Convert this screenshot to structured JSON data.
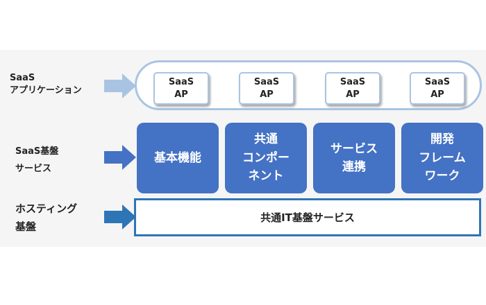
{
  "colors": {
    "arrow_light": "#a9c4e3",
    "arrow_mid": "#4472c4",
    "arrow_dark": "#2e75b6",
    "block_fill": "#4472c4",
    "ap_border": "#a9c4e3",
    "hosting_border": "#2e75b6"
  },
  "rows": {
    "saas_app": {
      "label_line1": "SaaS",
      "label_line2": "アプリケーション",
      "arrow_icon": "arrow-right-icon",
      "ap_boxes": [
        {
          "line1": "SaaS",
          "line2": "AP"
        },
        {
          "line1": "SaaS",
          "line2": "AP"
        },
        {
          "line1": "SaaS",
          "line2": "AP"
        },
        {
          "line1": "SaaS",
          "line2": "AP"
        }
      ]
    },
    "saas_platform": {
      "label_line1": "SaaS基盤",
      "label_line2": "サービス",
      "arrow_icon": "arrow-right-icon",
      "blocks": [
        {
          "line1": "基本機能"
        },
        {
          "line1": "共通",
          "line2": "コンポー",
          "line3": "ネント"
        },
        {
          "line1": "サービス",
          "line2": "連携"
        },
        {
          "line1": "開発",
          "line2": "フレーム",
          "line3": "ワーク"
        }
      ]
    },
    "hosting": {
      "label_line1": "ホスティング",
      "label_line2": "基盤",
      "arrow_icon": "arrow-right-icon",
      "box_label": "共通IT基盤サービス"
    }
  }
}
